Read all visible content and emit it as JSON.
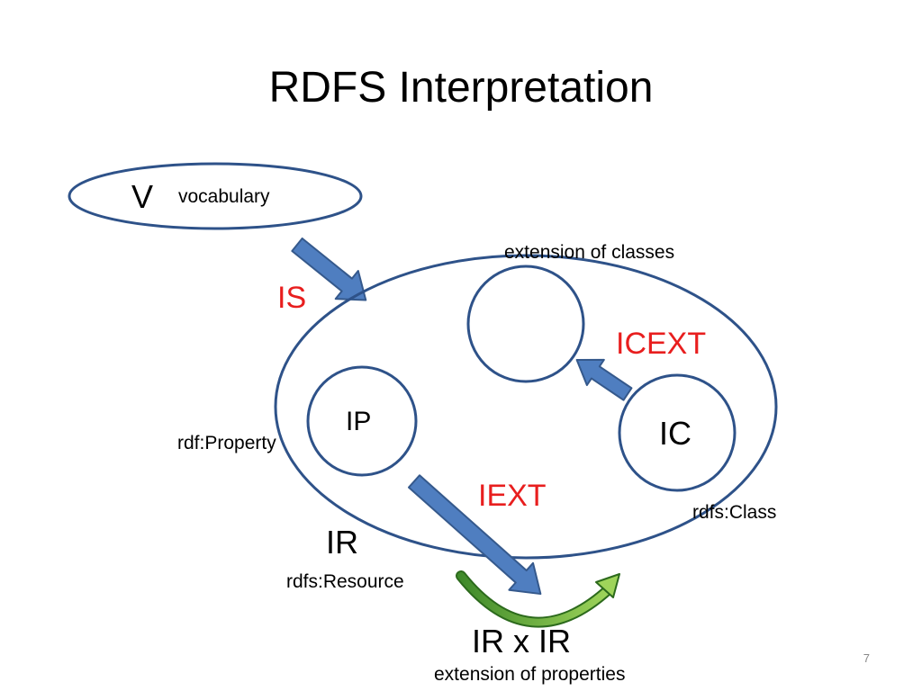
{
  "slide": {
    "title": "RDFS Interpretation",
    "page_number": "7"
  },
  "diagram": {
    "vocabulary": {
      "symbol": "V",
      "label": "vocabulary"
    },
    "mappings": {
      "is": "IS",
      "icext": "ICEXT",
      "iext": "IEXT"
    },
    "resources": {
      "symbol": "IR",
      "label": "rdfs:Resource"
    },
    "properties": {
      "symbol": "IP",
      "label": "rdf:Property"
    },
    "classes": {
      "symbol": "IC",
      "label": "rdfs:Class"
    },
    "class_extension_label": "extension of classes",
    "pairs": {
      "symbol": "IR x IR",
      "label": "extension of properties"
    }
  },
  "colors": {
    "outline": "#2e5289",
    "arrow_fill": "#4f7ec0",
    "arrow_stroke": "#35598c",
    "mapping_text": "#e81e1e",
    "curved_arrow": "#6fbe3c"
  }
}
